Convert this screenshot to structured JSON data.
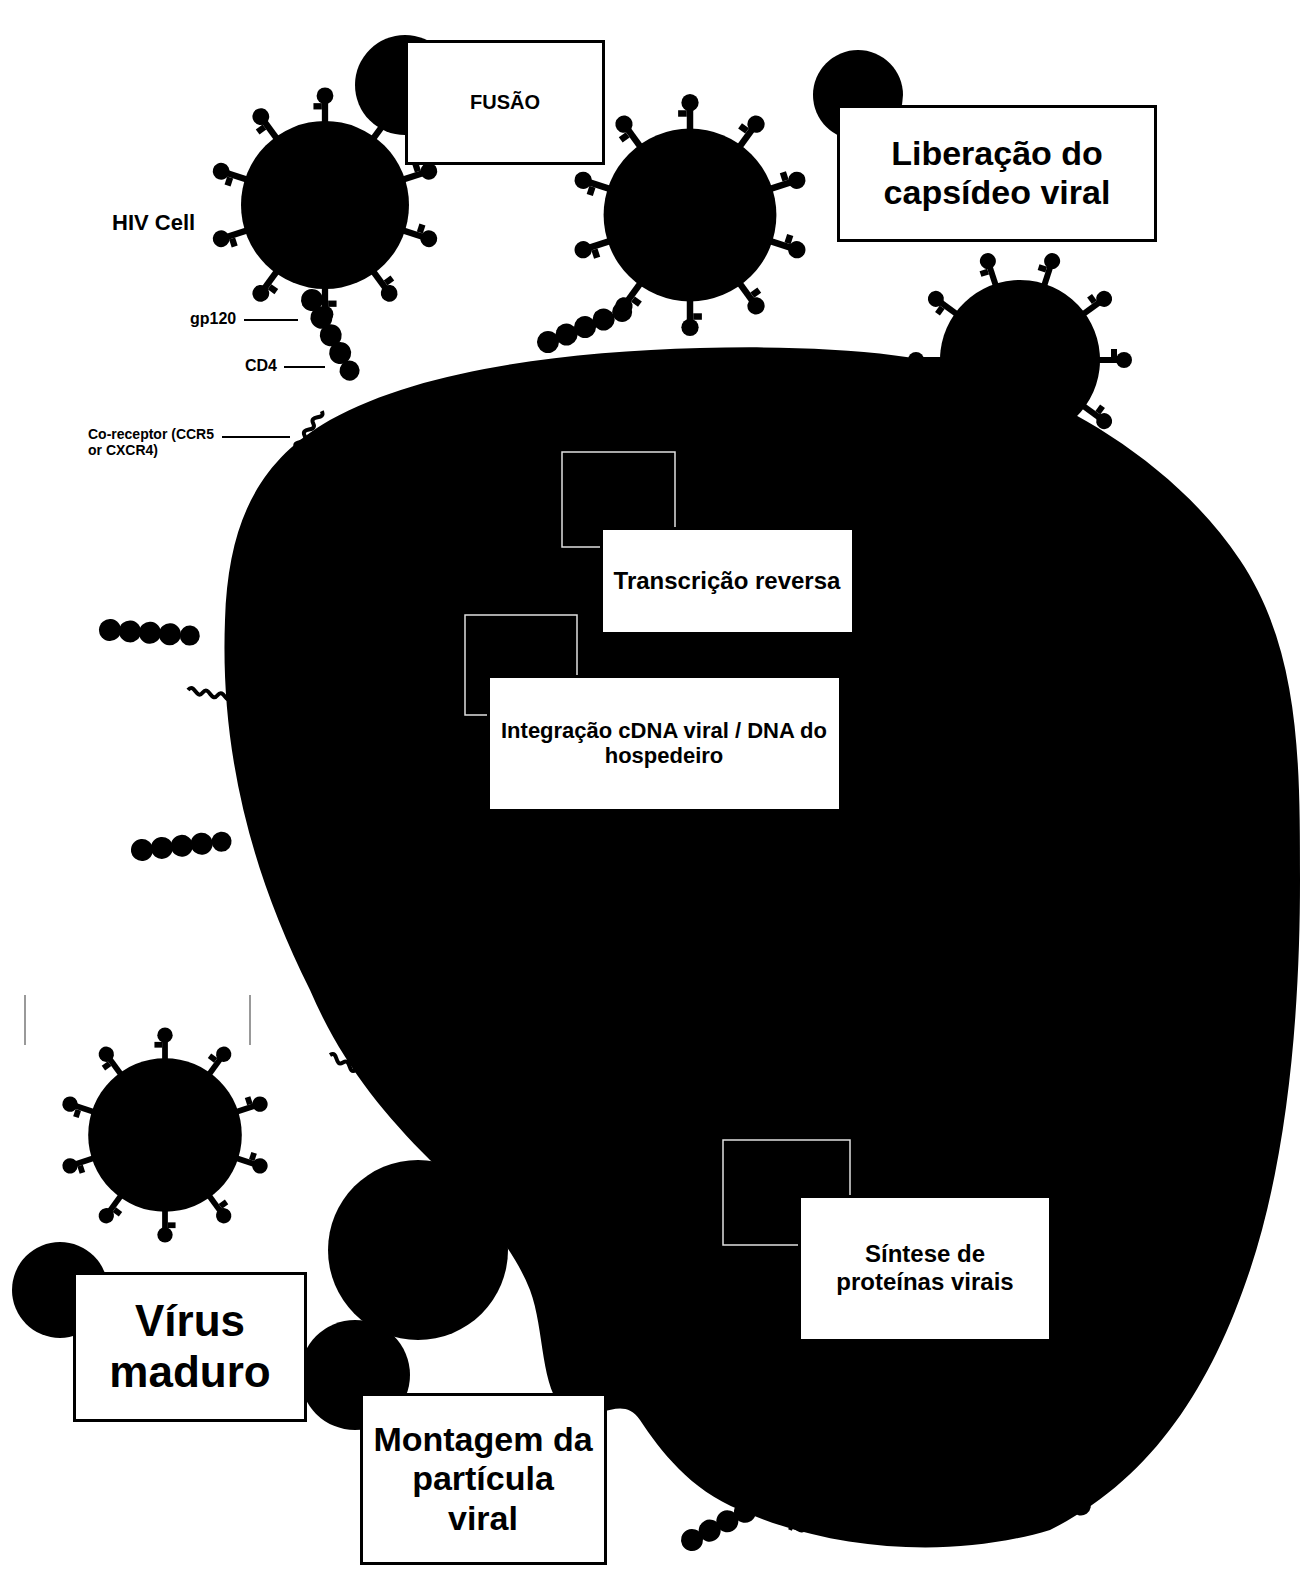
{
  "diagram": {
    "nodes": [
      {
        "text": [
          "FUSÃO"
        ]
      },
      {
        "text": [
          "Liberação do capsídeo viral"
        ]
      },
      {
        "text": [
          "Transcrição reversa"
        ]
      },
      {
        "text": [
          "Integração cDNA viral / DNA do hospedeiro"
        ]
      },
      {
        "text": [
          "Síntese de proteínas virais"
        ]
      },
      {
        "text": [
          "Vírus maduro"
        ]
      },
      {
        "text": [
          "Montagem da partícula viral"
        ]
      }
    ],
    "labels": [
      "HIV Cell",
      "gp120",
      "CD4",
      "Co-receptor (CCR5 or CXCR4)"
    ]
  }
}
